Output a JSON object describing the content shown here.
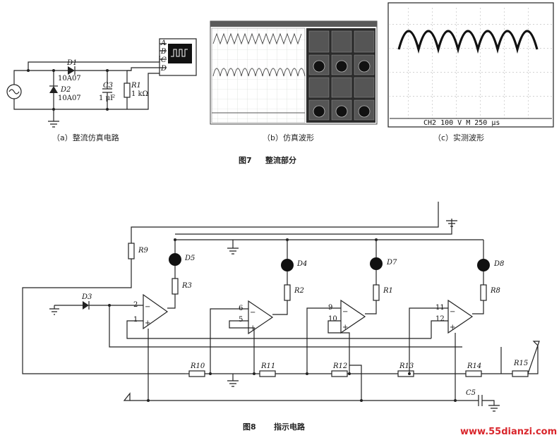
{
  "fig7": {
    "caption_num": "图7",
    "caption_title": "整流部分",
    "sub_a": "（a）整流仿真电路",
    "sub_b": "（b）仿真波形",
    "sub_c": "（c）实测波形",
    "terminals": [
      "A",
      "B",
      "C",
      "D"
    ],
    "d1_label": "D1",
    "d1_part": "10A07",
    "d2_label": "D2",
    "d2_part": "10A07",
    "c3_label": "C3",
    "c3_value": "1 μF",
    "r1_label": "R1",
    "r1_value": "1 kΩ",
    "scope_readout": "CH2 100 V M 250 μs"
  },
  "fig8": {
    "caption_num": "图8",
    "caption_title": "指示电路",
    "leds": [
      "D5",
      "D4",
      "D7",
      "D8"
    ],
    "led_resistors": [
      "R3",
      "R2",
      "R1",
      "R8"
    ],
    "diode": "D3",
    "r9": "R9",
    "pins": [
      "2",
      "1",
      "6",
      "5",
      "9",
      "10",
      "11",
      "12"
    ],
    "ladder": [
      "R10",
      "R11",
      "R12",
      "R13",
      "R14",
      "R15"
    ],
    "cap": "C5"
  },
  "watermark": "www.55dianzi.com"
}
